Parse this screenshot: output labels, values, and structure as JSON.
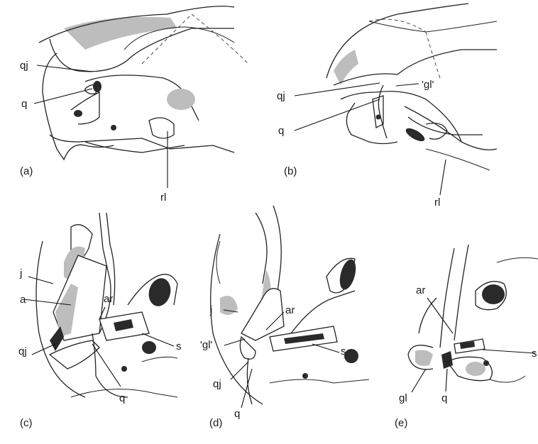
{
  "panels": [
    {
      "id": "a",
      "caption": "(a)",
      "labels": [
        "qj",
        "q",
        "rl"
      ]
    },
    {
      "id": "b",
      "caption": "(b)",
      "labels": [
        "qj",
        "'gl'",
        "q",
        "rl"
      ]
    },
    {
      "id": "c",
      "caption": "(c)",
      "labels": [
        "j",
        "a",
        "ar",
        "qj",
        "s",
        "q"
      ]
    },
    {
      "id": "d",
      "caption": "(d)",
      "labels": [
        "j",
        "ar",
        "'gl'",
        "s",
        "qj",
        "q"
      ]
    },
    {
      "id": "e",
      "caption": "(e)",
      "labels": [
        "ar",
        "s",
        "gl",
        "q"
      ]
    }
  ],
  "colors": {
    "ink": "#222222",
    "stipple": "#bdbdbd",
    "dark": "#2a2a2a"
  }
}
